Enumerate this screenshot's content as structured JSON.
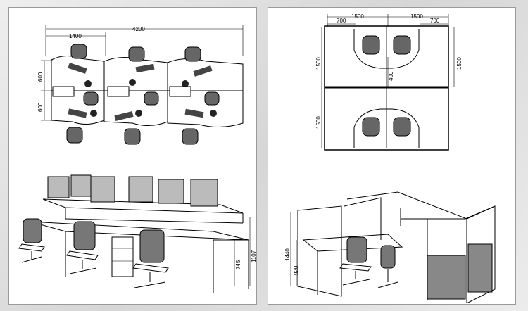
{
  "left_plan": {
    "dim_total": "4200",
    "dim_module": "1400",
    "dim_depth_upper": "600",
    "dim_depth_lower": "600"
  },
  "left_elevation": {
    "dim_desk_height": "745",
    "dim_screen_height": "1107"
  },
  "right_plan": {
    "dim_half_left": "1500",
    "dim_half_right": "1500",
    "dim_return_left": "700",
    "dim_return_right": "700",
    "dim_depth_left_top": "1500",
    "dim_depth_right_top": "1500",
    "dim_depth_left_bottom": "1500",
    "dim_corridor": "400"
  },
  "right_elevation": {
    "dim_panel_height": "1440",
    "dim_desk_height": "920"
  },
  "colors": {
    "line": "#000000",
    "panel_bg": "#ffffff",
    "page_bg": "#e0e0e0"
  }
}
